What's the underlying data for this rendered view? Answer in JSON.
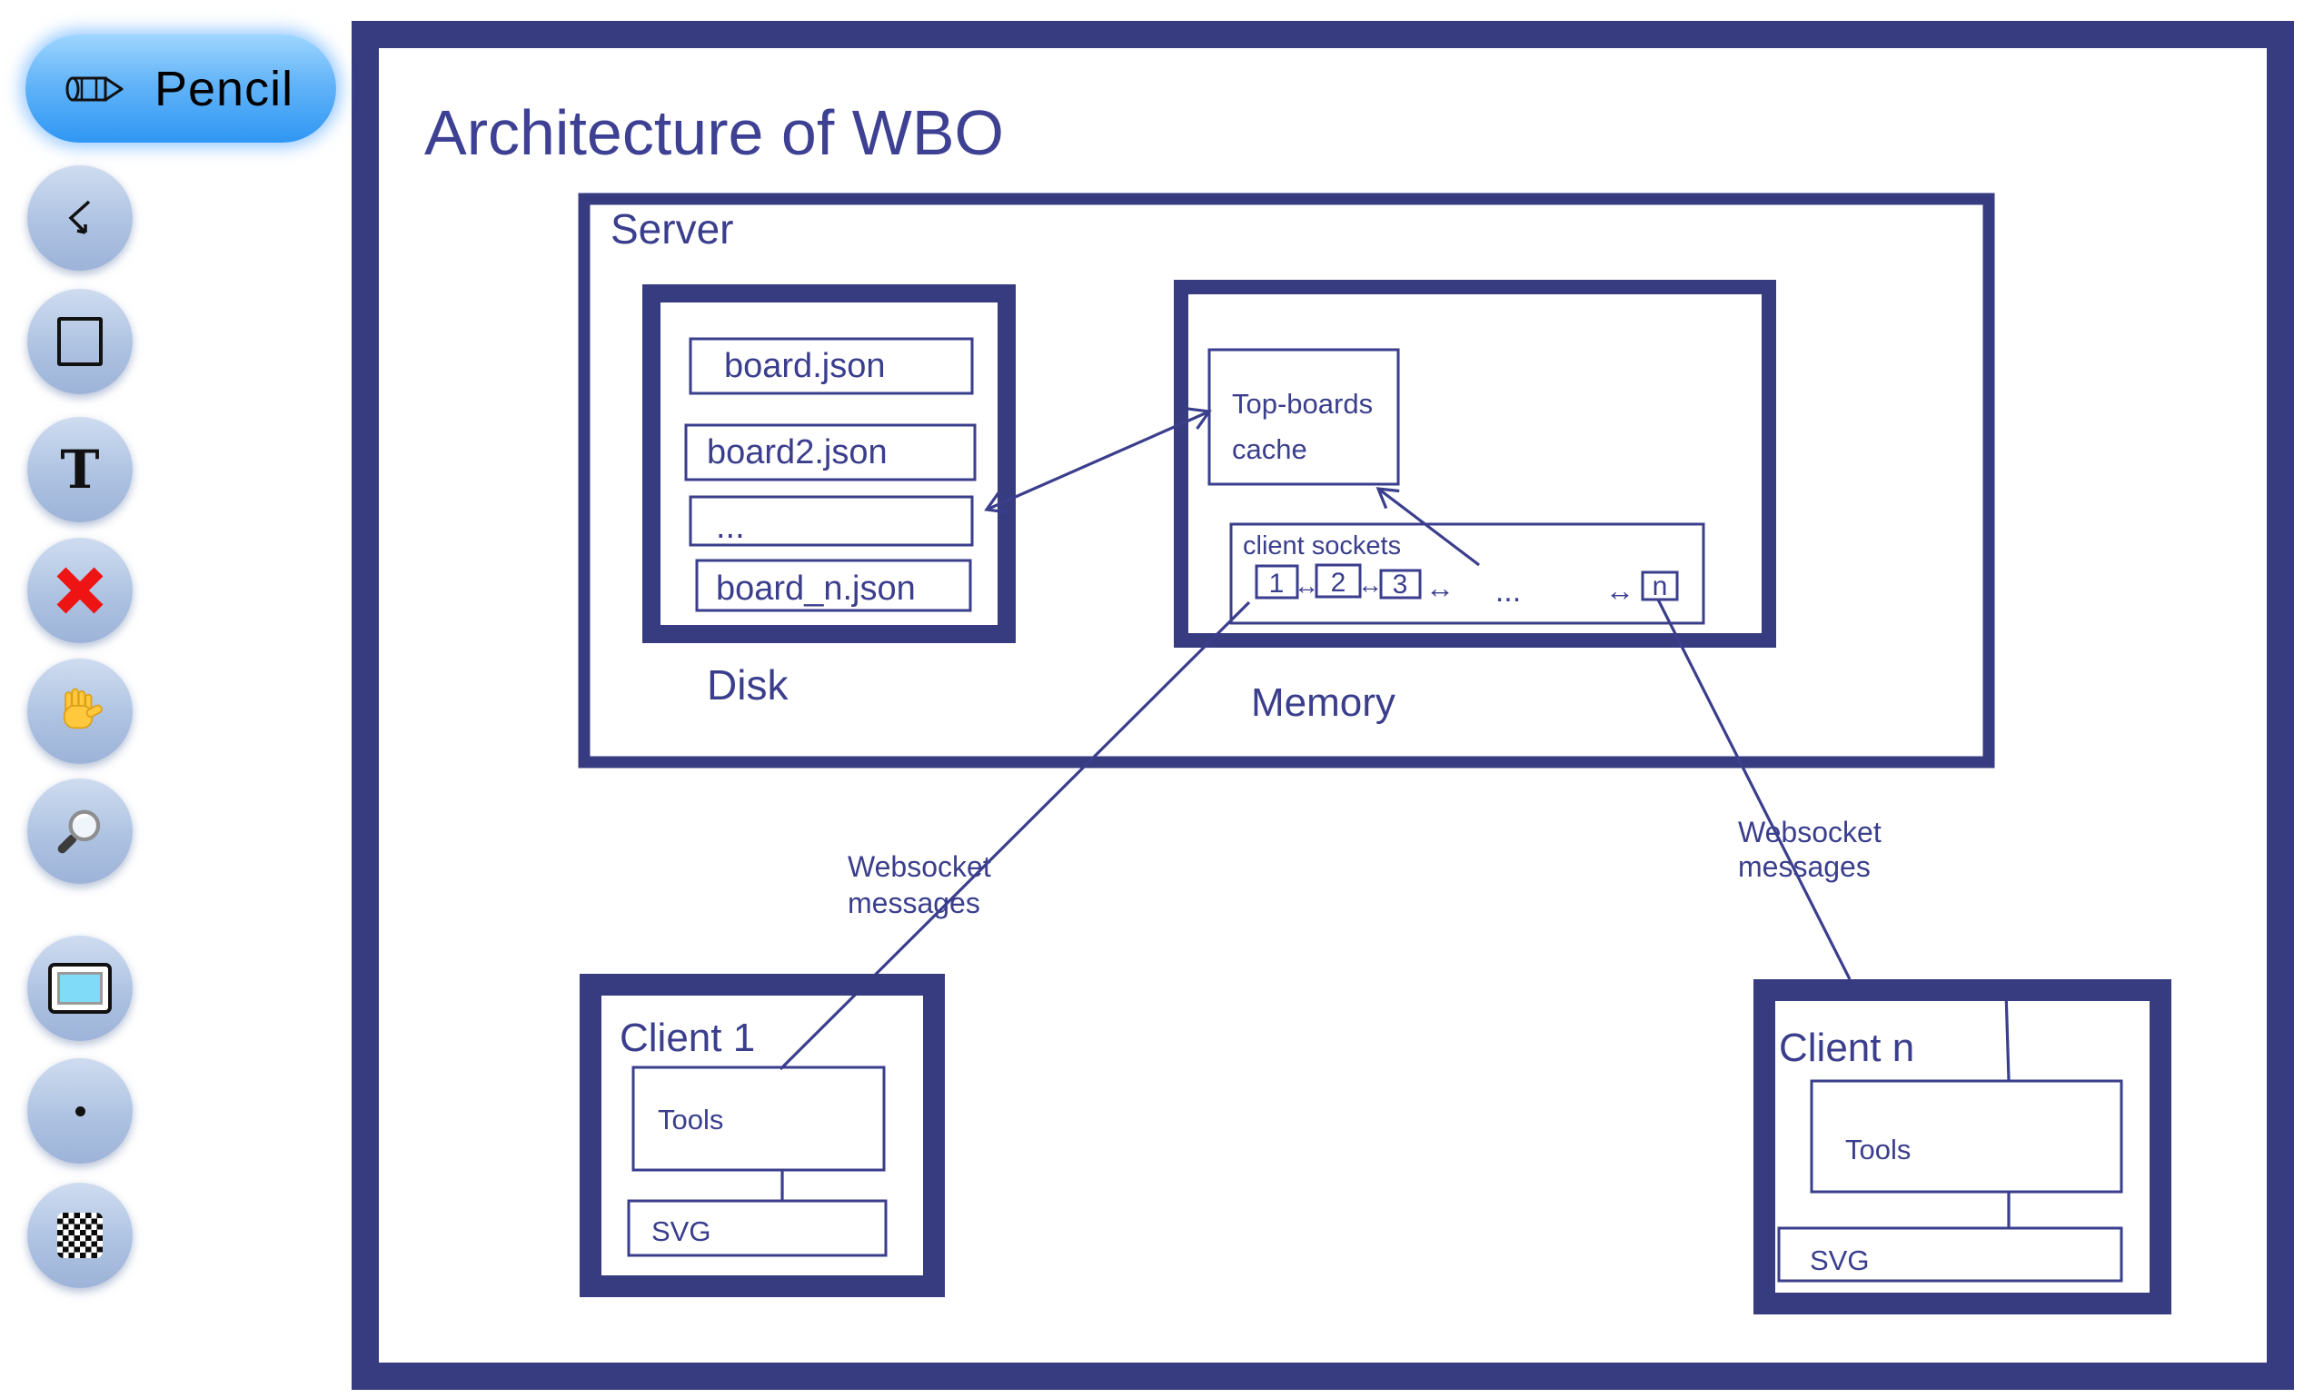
{
  "toolbar": {
    "pencil_label": "Pencil",
    "text_tool_glyph": "T"
  },
  "diagram": {
    "title": "Architecture of WBO",
    "server_label": "Server",
    "disk": {
      "label": "Disk",
      "files": [
        "board.json",
        "board2.json",
        "...",
        "board_n.json"
      ]
    },
    "memory": {
      "label": "Memory",
      "cache_line1": "Top-boards",
      "cache_line2": "cache",
      "sockets_label": "client sockets",
      "socket_ids": [
        "1",
        "2",
        "3",
        "n"
      ],
      "socket_link_glyph": "↔",
      "socket_ellipsis": "..."
    },
    "websocket": {
      "line1": "Websocket",
      "line2": "messages"
    },
    "client1": {
      "label": "Client 1",
      "tools": "Tools",
      "svg": "SVG"
    },
    "clientn": {
      "label": "Client n",
      "tools": "Tools",
      "svg": "SVG"
    },
    "colors": {
      "frame": "#373b80",
      "ink": "#3a3e8c",
      "title": "#3e4193"
    }
  }
}
